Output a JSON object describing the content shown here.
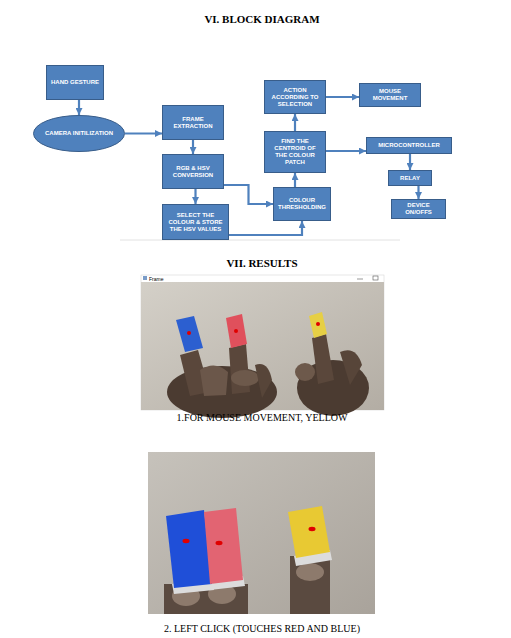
{
  "diagram": {
    "title": "VI. BLOCK DIAGRAM",
    "nodes": [
      {
        "text": [
          "HAND GESTURE"
        ]
      },
      {
        "text": [
          "CAMERA INITILIZATION"
        ]
      },
      {
        "text": [
          "FRAME EXTRACTION"
        ]
      },
      {
        "text": [
          "RGB & HSV CONVERSION"
        ]
      },
      {
        "text": [
          "SELECT THE COLOUR & STORE THE HSV VALUES"
        ]
      },
      {
        "text": [
          "ACTION ACCORDING TO SELECTION"
        ]
      },
      {
        "text": [
          "MOUSE MOVEMENT"
        ]
      },
      {
        "text": [
          "FIND THE CENTROID OF THE COLOUR PATCH"
        ]
      },
      {
        "text": [
          "MICROCONTROLLER"
        ]
      },
      {
        "text": [
          "COLOUR THRESHOLDING"
        ]
      },
      {
        "text": [
          "RELAY"
        ]
      },
      {
        "text": [
          "DEVICE ON/OFFS"
        ]
      }
    ],
    "edges": [
      {
        "from": 0,
        "to": 1,
        "arrow": "to"
      },
      {
        "from": 1,
        "to": 2,
        "arrow": "to"
      },
      {
        "from": 2,
        "to": 3,
        "arrow": "to"
      },
      {
        "from": 3,
        "to": 4,
        "arrow": "to"
      },
      {
        "from": 3,
        "to": 9,
        "arrow": "to"
      },
      {
        "from": 4,
        "to": 9,
        "arrow": "to"
      },
      {
        "from": 9,
        "to": 7,
        "arrow": "to"
      },
      {
        "from": 7,
        "to": 5,
        "arrow": "to"
      },
      {
        "from": 5,
        "to": 6,
        "arrow": "to"
      },
      {
        "from": 7,
        "to": 8,
        "arrow": "to"
      },
      {
        "from": 8,
        "to": 10,
        "arrow": "to"
      },
      {
        "from": 10,
        "to": 11,
        "arrow": "to"
      }
    ],
    "labels": [
      "VII. RESULTS",
      "Frame",
      "1.FOR MOUSE MOVEMENT, YELLOW",
      "2. LEFT CLICK (TOUCHES RED AND BLUE)"
    ]
  }
}
